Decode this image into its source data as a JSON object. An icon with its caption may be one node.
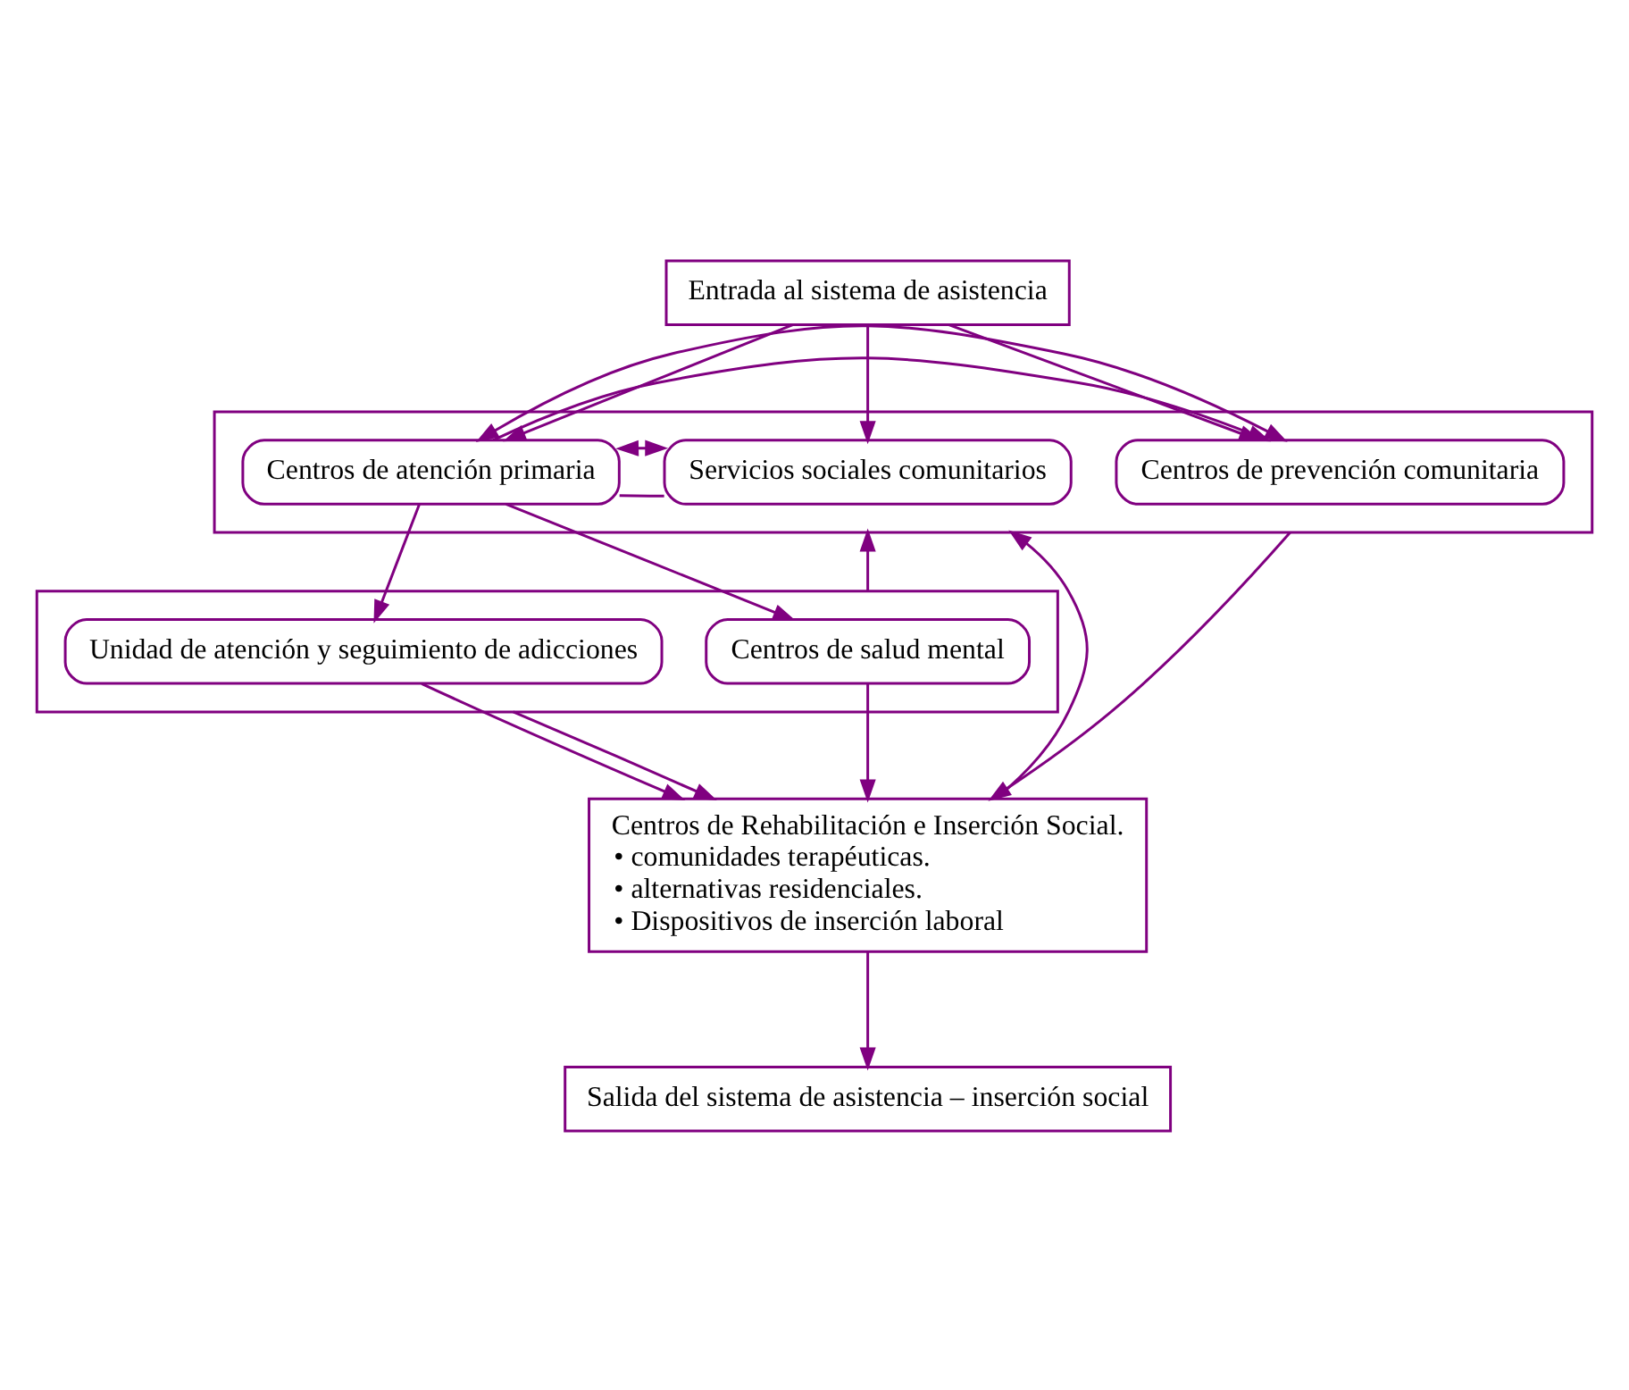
{
  "diagram": {
    "nodes": [
      {
        "text": [
          "Entrada al sistema de asistencia"
        ]
      },
      {
        "text": [],
        "shape": "box"
      },
      {
        "text": [
          "Servicios sociales comunitarios"
        ],
        "in": 1
      },
      {
        "text": [
          "Centros de atención primaria"
        ],
        "in": 1
      },
      {
        "text": [
          "Centros de prevención comunitaria"
        ],
        "in": 1
      },
      {
        "text": [],
        "shape": "box"
      },
      {
        "text": [
          "Centros de salud mental"
        ],
        "in": 5
      },
      {
        "text": [
          "Unidad de atención y seguimiento de adicciones"
        ],
        "in": 5
      },
      {
        "text": [
          "Centros de Rehabilitación e Inserción Social.",
          "• comunidades terapéuticas.",
          "• alternativas residenciales.",
          "• Dispositivos de inserción laboral"
        ]
      },
      {
        "text": [
          "Salida del sistema de asistencia – inserción social"
        ]
      }
    ],
    "edges": [
      {
        "from": 0,
        "to": 2,
        "arrow": "to"
      },
      {
        "from": 0,
        "to": 3,
        "arrow": "to"
      },
      {
        "from": 0,
        "to": 4,
        "arrow": "to"
      },
      {
        "from": 2,
        "to": 3,
        "arrow": "none"
      },
      {
        "from": 2,
        "to": 3,
        "arrow": "both"
      },
      {
        "from": 3,
        "to": 4,
        "arrow": "to"
      },
      {
        "from": 3,
        "to": 4,
        "arrow": "both"
      },
      {
        "from": 3,
        "to": 6,
        "arrow": "to"
      },
      {
        "from": 3,
        "to": 7,
        "arrow": "to"
      },
      {
        "from": 6,
        "to": 8,
        "arrow": "to"
      },
      {
        "from": 7,
        "to": 8,
        "arrow": "to"
      },
      {
        "from": 8,
        "to": 9,
        "arrow": "to"
      },
      {
        "from": 8,
        "to": 1,
        "arrow": "to"
      },
      {
        "from": 5,
        "to": 1,
        "arrow": "to"
      },
      {
        "from": 1,
        "to": 8,
        "arrow": "to"
      },
      {
        "from": 5,
        "to": 8,
        "arrow": "to"
      }
    ]
  }
}
